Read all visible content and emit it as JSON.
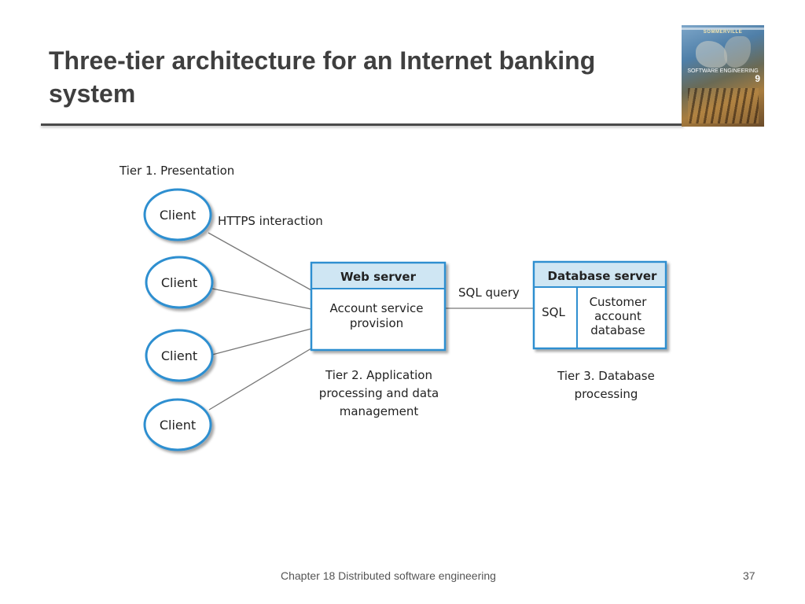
{
  "slide": {
    "title": "Three-tier architecture for an Internet banking system",
    "footer": "Chapter 18 Distributed software engineering",
    "page_number": "37"
  },
  "book_cover": {
    "author": "SOMMERVILLE",
    "title": "SOFTWARE ENGINEERING",
    "edition": "9"
  },
  "diagram": {
    "tier1_label": "Tier 1. Presentation",
    "clients": [
      "Client",
      "Client",
      "Client",
      "Client"
    ],
    "https_label": "HTTPS interaction",
    "web_server": {
      "title": "Web server",
      "body_line1": "Account service",
      "body_line2": "provision"
    },
    "sql_query_label": "SQL query",
    "database_server": {
      "title": "Database server",
      "left_cell": "SQL",
      "right_line1": "Customer",
      "right_line2": "account",
      "right_line3": "database"
    },
    "tier2_label": [
      "Tier 2. Application",
      "processing and data",
      "management"
    ],
    "tier3_label": [
      "Tier 3. Database",
      "processing"
    ],
    "colors": {
      "box_border": "#2f8fd0",
      "header_fill": "#cfe6f3",
      "line": "#777777",
      "text": "#222222"
    }
  }
}
